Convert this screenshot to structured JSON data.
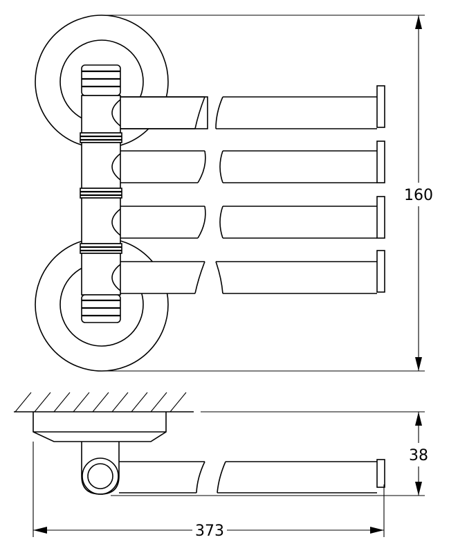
{
  "dimensions": {
    "height": "160",
    "depth": "38",
    "width": "373"
  }
}
